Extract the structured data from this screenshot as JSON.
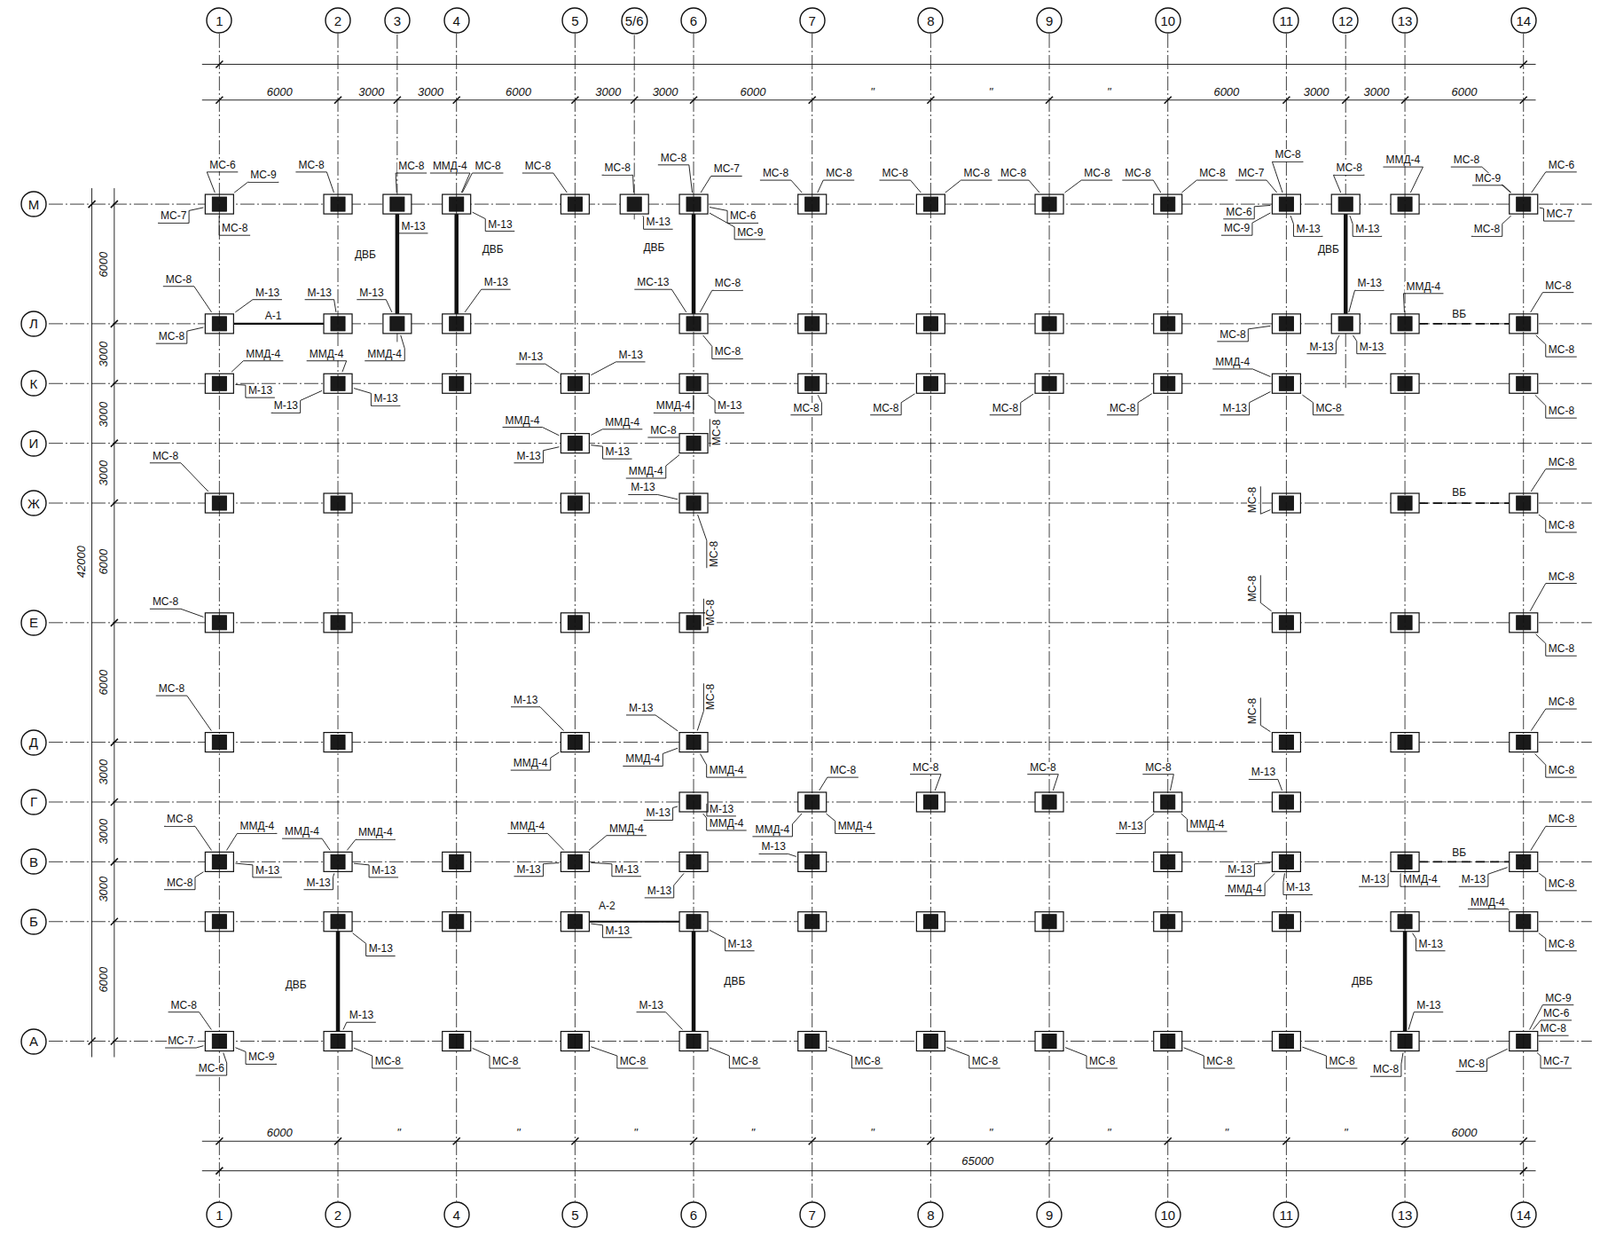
{
  "diagram": {
    "nodes": [
      {
        "text": [
          "1"
        ]
      },
      {
        "text": [
          "2"
        ]
      },
      {
        "text": [
          "3"
        ]
      },
      {
        "text": [
          "4"
        ]
      },
      {
        "text": [
          "5"
        ]
      },
      {
        "text": [
          "5/6"
        ]
      },
      {
        "text": [
          "6"
        ]
      },
      {
        "text": [
          "7"
        ]
      },
      {
        "text": [
          "8"
        ]
      },
      {
        "text": [
          "9"
        ]
      },
      {
        "text": [
          "10"
        ]
      },
      {
        "text": [
          "11"
        ]
      },
      {
        "text": [
          "12"
        ]
      },
      {
        "text": [
          "13"
        ]
      },
      {
        "text": [
          "14"
        ]
      },
      {
        "text": [
          "М"
        ]
      },
      {
        "text": [
          "Л"
        ]
      },
      {
        "text": [
          "К"
        ]
      },
      {
        "text": [
          "И"
        ]
      },
      {
        "text": [
          "Ж"
        ]
      },
      {
        "text": [
          "Е"
        ]
      },
      {
        "text": [
          "Д"
        ]
      },
      {
        "text": [
          "Г"
        ]
      },
      {
        "text": [
          "В"
        ]
      },
      {
        "text": [
          "Б"
        ]
      },
      {
        "text": [
          "А"
        ]
      },
      {
        "text": [
          "1"
        ]
      },
      {
        "text": [
          "2"
        ]
      },
      {
        "text": [
          "4"
        ]
      },
      {
        "text": [
          "5"
        ]
      },
      {
        "text": [
          "6"
        ]
      },
      {
        "text": [
          "7"
        ]
      },
      {
        "text": [
          "8"
        ]
      },
      {
        "text": [
          "9"
        ]
      },
      {
        "text": [
          "10"
        ]
      },
      {
        "text": [
          "11"
        ]
      },
      {
        "text": [
          "13"
        ]
      },
      {
        "text": [
          "14"
        ]
      }
    ],
    "edges": [
      {
        "from": 0,
        "to": 26,
        "arrow": "none"
      },
      {
        "from": 1,
        "to": 27,
        "arrow": "none"
      },
      {
        "from": 3,
        "to": 28,
        "arrow": "none"
      },
      {
        "from": 4,
        "to": 29,
        "arrow": "none"
      },
      {
        "from": 6,
        "to": 30,
        "arrow": "none"
      },
      {
        "from": 7,
        "to": 31,
        "arrow": "none"
      },
      {
        "from": 8,
        "to": 32,
        "arrow": "none"
      },
      {
        "from": 9,
        "to": 33,
        "arrow": "none"
      },
      {
        "from": 10,
        "to": 34,
        "arrow": "none"
      },
      {
        "from": 11,
        "to": 35,
        "arrow": "none"
      },
      {
        "from": 13,
        "to": 36,
        "arrow": "none"
      },
      {
        "from": 14,
        "to": 37,
        "arrow": "none"
      }
    ],
    "labels": [
      "МС-6",
      "МС-9",
      "МС-8",
      "МС-7",
      "МС-8",
      "МС-8",
      "ММД-4",
      "МС-8",
      "М-13",
      "М-13",
      "ДВБ",
      "ДВБ",
      "МС-8",
      "МС-8",
      "МС-8",
      "МС-7",
      "М-13",
      "МС-6",
      "МС-9",
      "ДВБ",
      "МС-8",
      "МС-8",
      "МС-8",
      "МС-8",
      "МС-8",
      "МС-8",
      "МС-8",
      "МС-8",
      "МС-8",
      "МС-7",
      "МС-6",
      "МС-9",
      "МС-8",
      "М-13",
      "М-13",
      "ДВБ",
      "ММД-4",
      "МС-8",
      "МС-9",
      "МС-6",
      "МС-7",
      "МС-8",
      "МС-8",
      "М-13",
      "А-1",
      "М-13",
      "М-13",
      "М-13",
      "МС-13",
      "МС-8",
      "М-13",
      "ММД-4",
      "ВБ",
      "МС-8",
      "МС-8",
      "М-13",
      "М-13",
      "МС-8",
      "МС-8",
      "ММД-4",
      "ММД-4",
      "ММД-4",
      "М-13",
      "М-13",
      "М-13",
      "М-13",
      "М-13",
      "МС-8",
      "ММД-4",
      "ММД-4",
      "ММД-4",
      "М-13",
      "МС-8",
      "МС-8",
      "МС-8",
      "МС-8",
      "МС-8",
      "ММД-4",
      "М-13",
      "МС-8",
      "МС-8",
      "М-13",
      "М-13",
      "ММД-4",
      "М-13",
      "МС-8",
      "МС-8",
      "МС-8",
      "МС-8",
      "МС-8",
      "МС-8",
      "ВБ",
      "МС-8",
      "МС-8",
      "МС-8",
      "МС-8",
      "МС-8",
      "МС-8",
      "М-13",
      "М-13",
      "ММД-4",
      "ММД-4",
      "МС-8",
      "МС-8",
      "МС-8",
      "МС-8",
      "ММД-4",
      "МС-8",
      "МС-8",
      "МС-8",
      "МС-8",
      "М-13",
      "М-13",
      "М-13",
      "ММД-4",
      "ММД-4",
      "ММД-4",
      "М-13",
      "ММД-4",
      "МС-8",
      "ММД-4",
      "ММД-4",
      "ММД-4",
      "М-13",
      "М-13",
      "М-13",
      "ММД-4",
      "ММД-4",
      "М-13",
      "М-13",
      "М-13",
      "ВБ",
      "М-13",
      "МС-8",
      "МС-8",
      "М-13",
      "ММД-4",
      "М-13",
      "МС-8",
      "ММД-4",
      "М-13",
      "ММД-4",
      "МС-8",
      "М-13",
      "А-2",
      "М-13",
      "М-13",
      "М-13",
      "М-13",
      "ДВБ",
      "ДВБ",
      "ДВБ",
      "М-13",
      "М-13",
      "М-13",
      "МС-8",
      "МС-7",
      "МС-6",
      "МС-9",
      "МС-8",
      "МС-8",
      "МС-8",
      "МС-8",
      "МС-8",
      "МС-8",
      "МС-8",
      "МС-8",
      "МС-8",
      "МС-8",
      "МС-8",
      "МС-7",
      "МС-9",
      "МС-6",
      "МС-8",
      "6000",
      "3000",
      "3000",
      "6000",
      "3000",
      "3000",
      "6000",
      "\"",
      "\"",
      "\"",
      "6000",
      "3000",
      "3000",
      "6000",
      "6000",
      "\"",
      "\"",
      "\"",
      "\"",
      "\"",
      "\"",
      "\"",
      "\"",
      "\"",
      "6000",
      "65000",
      "6000",
      "3000",
      "3000",
      "3000",
      "6000",
      "6000",
      "3000",
      "3000",
      "3000",
      "6000",
      "42000"
    ]
  }
}
